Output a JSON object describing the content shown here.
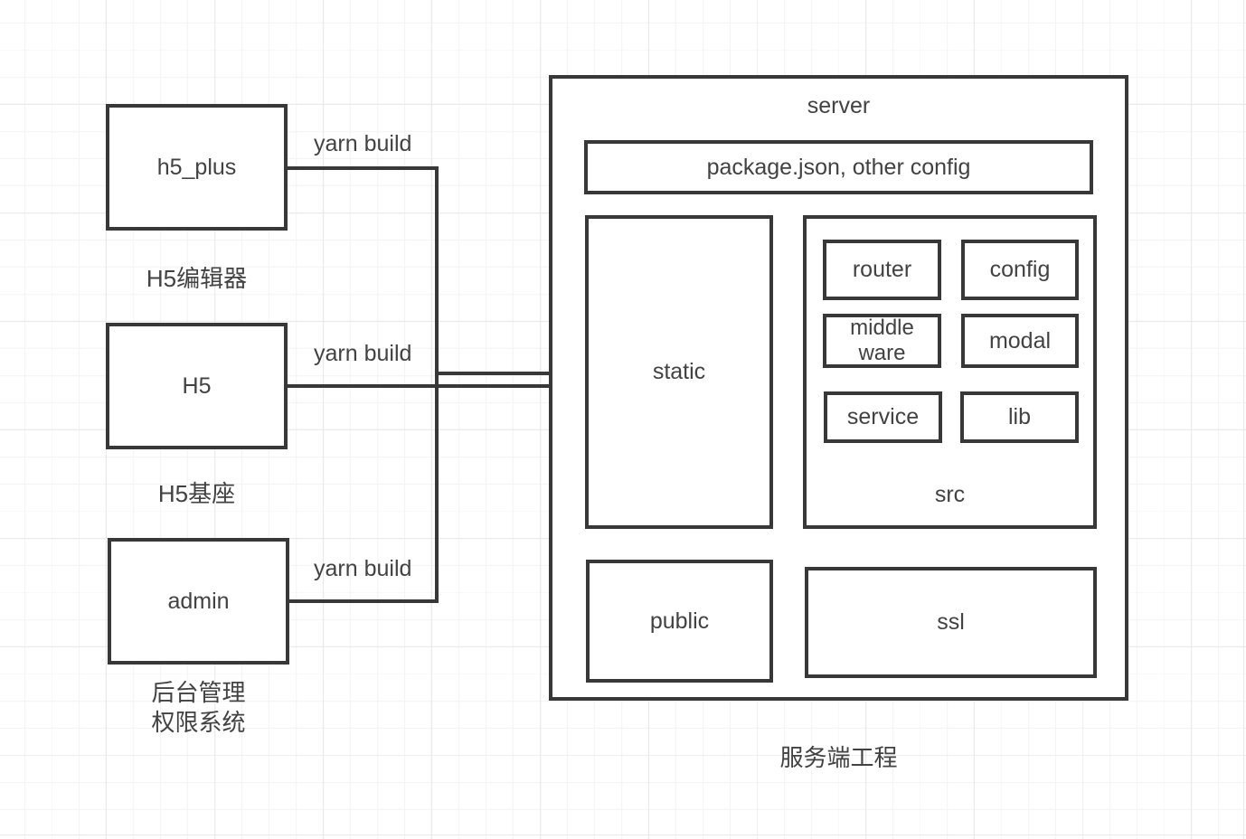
{
  "colors": {
    "stroke": "#383838",
    "text": "#424242",
    "canvas": "#ffffff",
    "grid_minor": "#f4f4f4",
    "grid_major": "#e9e9e9"
  },
  "clients": {
    "h5_plus": {
      "label": "h5_plus",
      "caption": "H5编辑器"
    },
    "h5": {
      "label": "H5",
      "caption": "H5基座"
    },
    "admin": {
      "label": "admin",
      "caption": "后台管理\n权限系统"
    }
  },
  "edges": {
    "yarn_build": "yarn build"
  },
  "server": {
    "title": "server",
    "caption": "服务端工程",
    "package_box": "package.json, other config",
    "static_label": "static",
    "public_label": "public",
    "ssl_label": "ssl",
    "src": {
      "label": "src",
      "router": "router",
      "config": "config",
      "middleware": "middle\nware",
      "modal": "modal",
      "service": "service",
      "lib": "lib"
    }
  }
}
